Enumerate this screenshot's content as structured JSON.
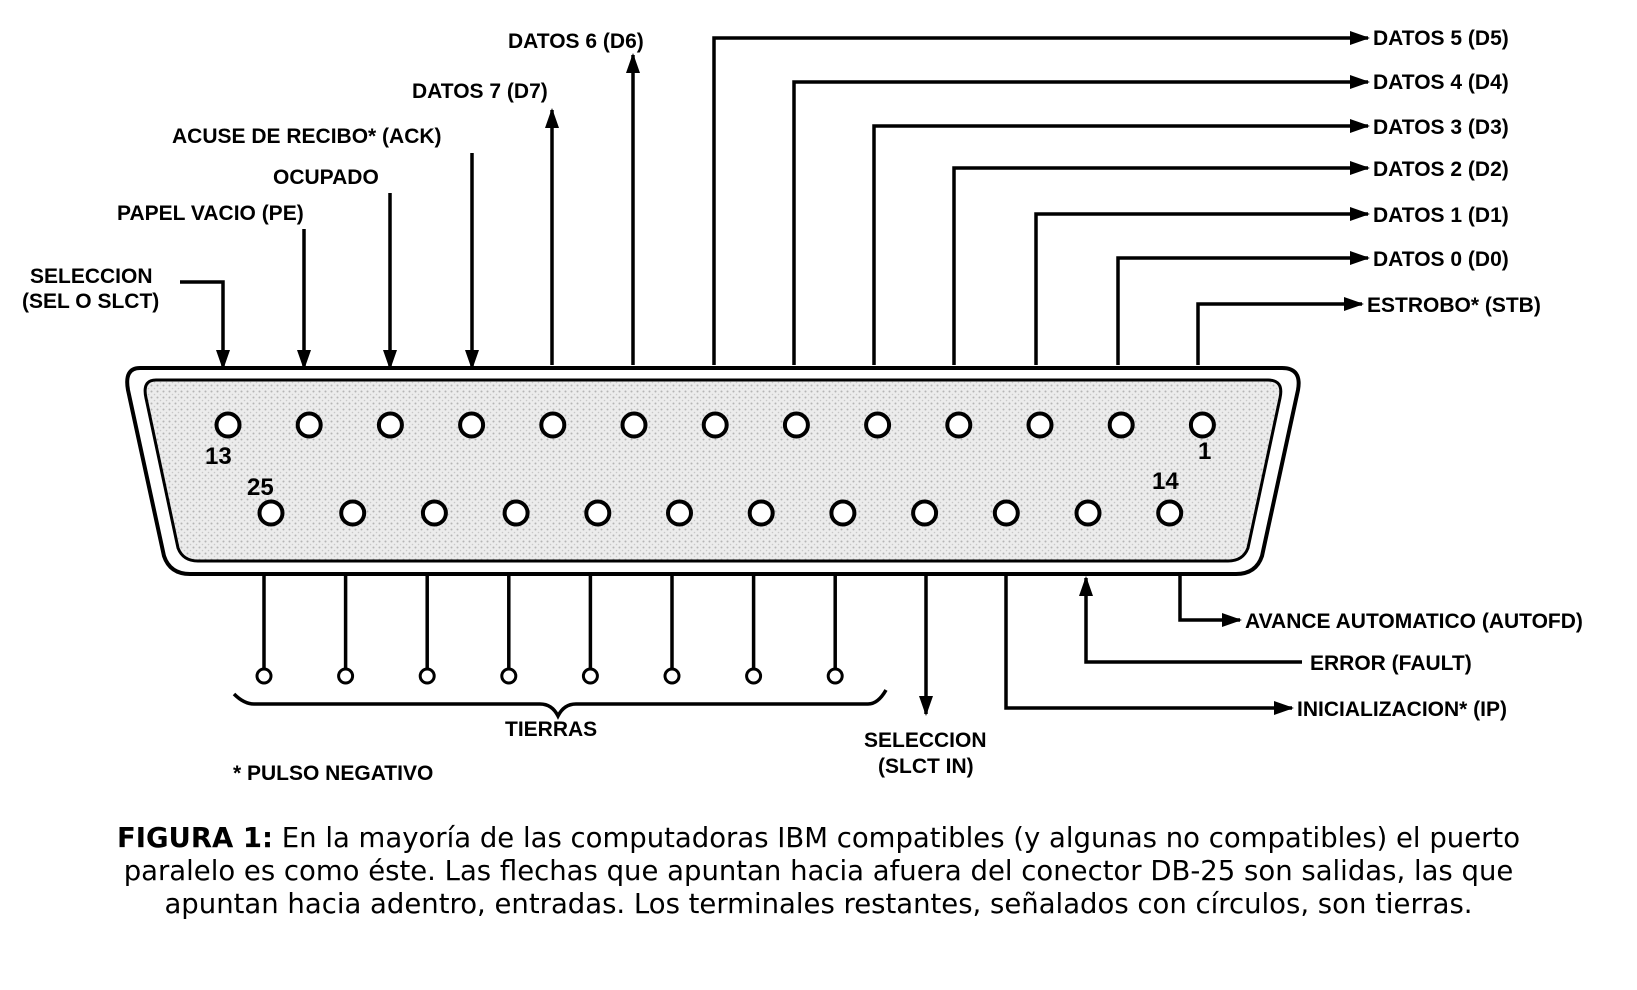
{
  "colors": {
    "ink": "#000000",
    "paper": "#ffffff",
    "shell": "#e4e4e4"
  },
  "pin_numbers": {
    "n13": "13",
    "n25": "25",
    "n1": "1",
    "n14": "14"
  },
  "signals": {
    "sel": [
      "SELECCION",
      "(SEL O SLCT)"
    ],
    "pe": "PAPEL VACIO (PE)",
    "busy": "OCUPADO",
    "ack": "ACUSE DE RECIBO* (ACK)",
    "d7": "DATOS 7 (D7)",
    "d6": "DATOS 6 (D6)",
    "d5": "DATOS 5 (D5)",
    "d4": "DATOS 4 (D4)",
    "d3": "DATOS 3 (D3)",
    "d2": "DATOS 2 (D2)",
    "d1": "DATOS 1 (D1)",
    "d0": "DATOS 0 (D0)",
    "stb": "ESTROBO* (STB)",
    "autofd": "AVANCE AUTOMATICO (AUTOFD)",
    "fault": "ERROR (FAULT)",
    "init": "INICIALIZACION* (IP)",
    "slctin": [
      "SELECCION",
      "(SLCT IN)"
    ],
    "ground": "TIERRAS",
    "note": "* PULSO NEGATIVO"
  },
  "caption": {
    "label": "FIGURA 1:",
    "text": "En la mayoría de las computadoras IBM compatibles (y algunas no compatibles) el puerto paralelo es como éste. Las flechas que apuntan hacia afuera del conector DB-25 son salidas, las que apuntan hacia adentro, entradas. Los terminales restantes, señalados con círculos, son tierras."
  }
}
